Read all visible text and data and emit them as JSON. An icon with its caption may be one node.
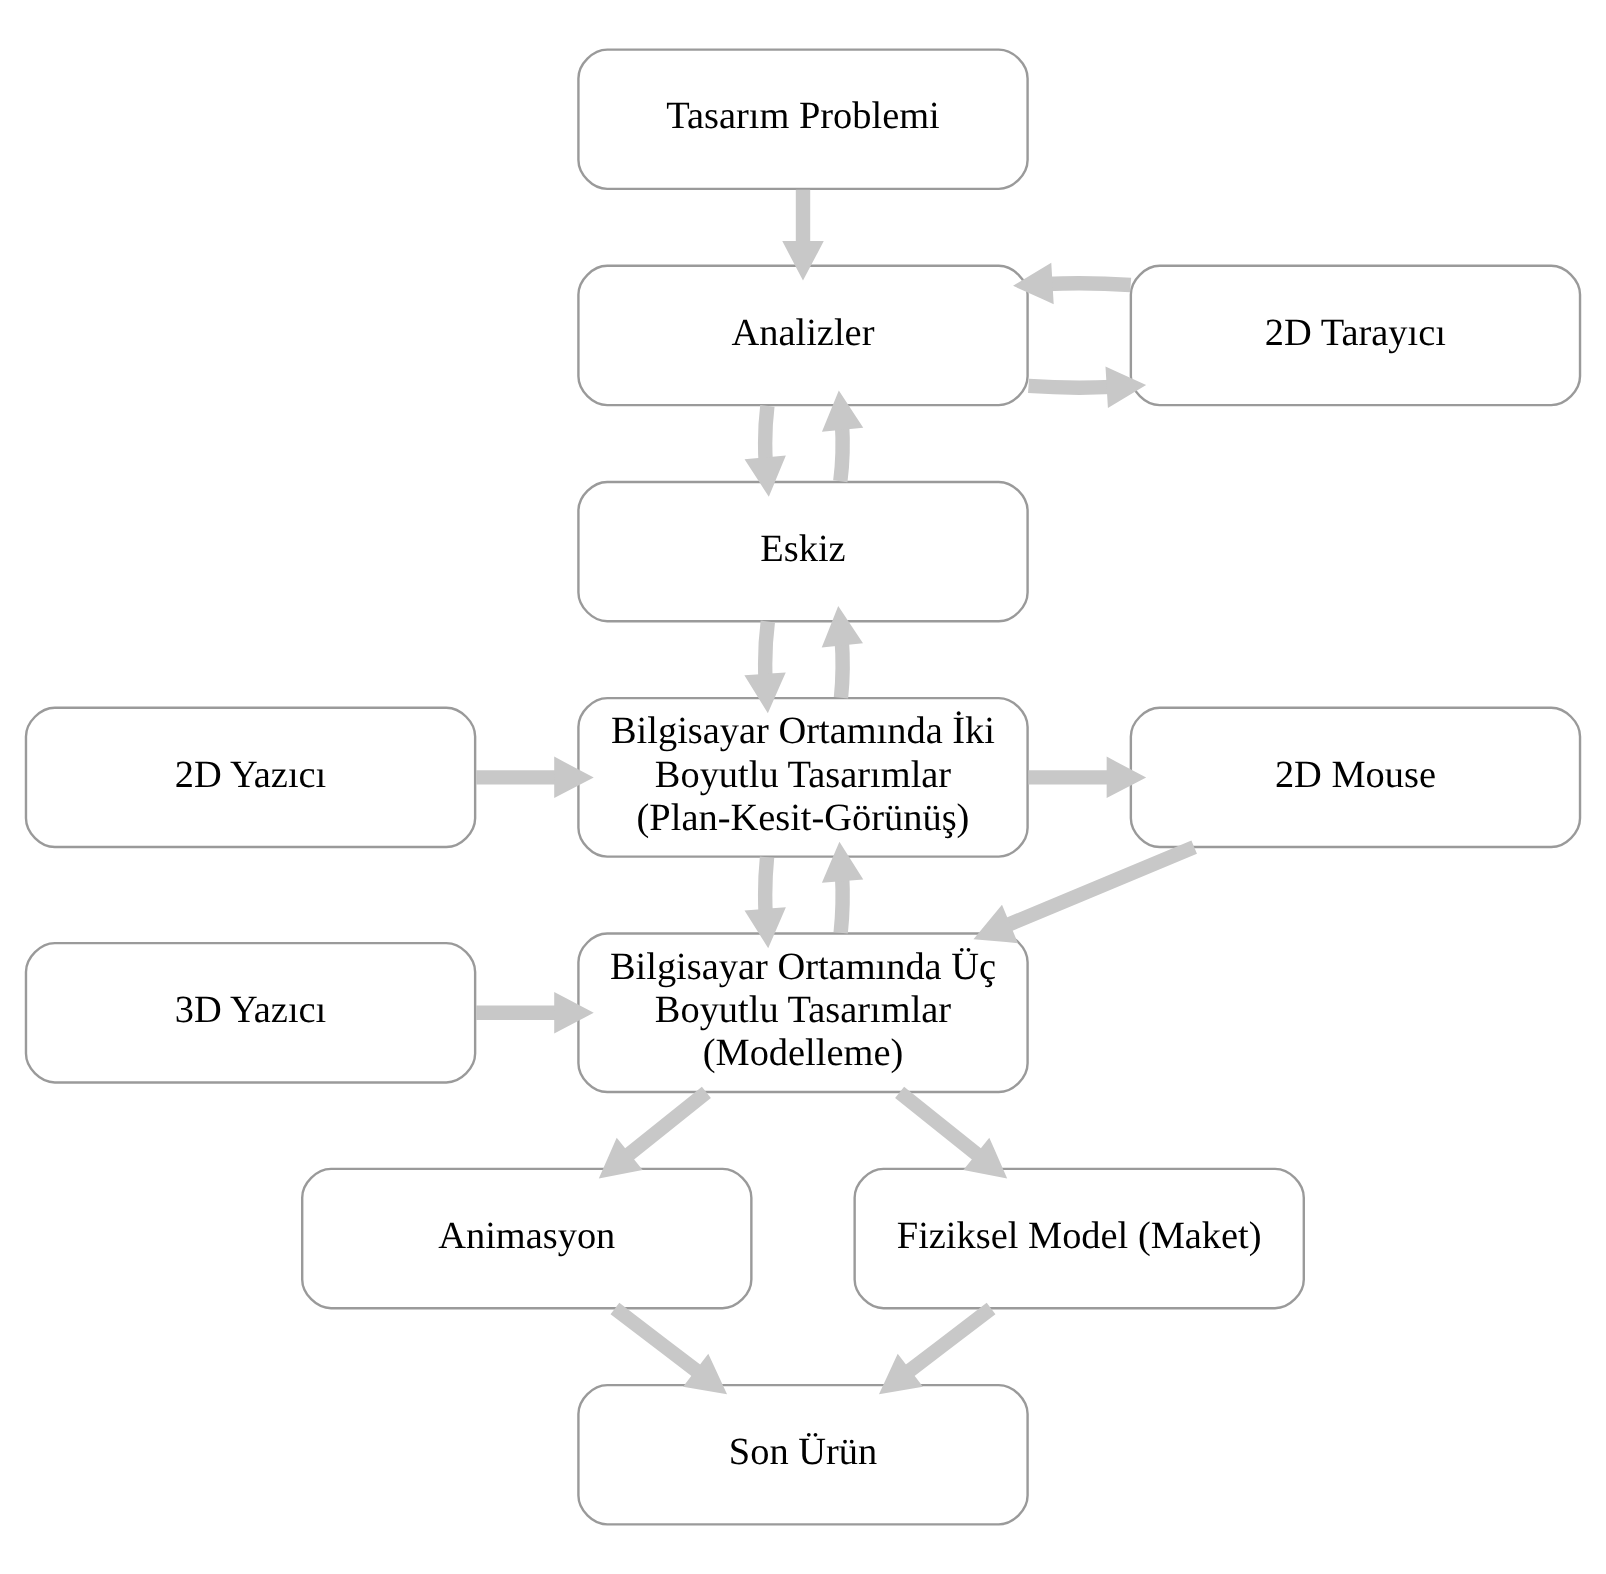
{
  "diagram": {
    "nodes": [
      {
        "text": [
          "Tasarım Problemi"
        ]
      },
      {
        "text": [
          "2D Tarayıcı"
        ]
      },
      {
        "text": [
          "Analizler"
        ]
      },
      {
        "text": [
          "Eskiz"
        ]
      },
      {
        "text": [
          "2D Mouse"
        ]
      },
      {
        "text": [
          "Bilgisayar Ortamında İki Boyutlu Tasarımlar (Plan-Kesit-Görünüş)"
        ]
      },
      {
        "text": [
          "2D Yazıcı"
        ]
      },
      {
        "text": [
          "Bilgisayar Ortamında Üç Boyutlu Tasarımlar (Modelleme)"
        ]
      },
      {
        "text": [
          "3D Yazıcı"
        ]
      },
      {
        "text": [
          "Animasyon"
        ]
      },
      {
        "text": [
          "Fiziksel Model (Maket)"
        ]
      },
      {
        "text": [
          "Son Ürün"
        ]
      }
    ],
    "edges": [
      {
        "from": 0,
        "to": 2,
        "arrow": "to"
      },
      {
        "from": 2,
        "to": 1,
        "arrow": "to"
      },
      {
        "from": 1,
        "to": 2,
        "arrow": "to"
      },
      {
        "from": 2,
        "to": 3,
        "arrow": "to"
      },
      {
        "from": 3,
        "to": 2,
        "arrow": "to"
      },
      {
        "from": 3,
        "to": 5,
        "arrow": "to"
      },
      {
        "from": 5,
        "to": 3,
        "arrow": "to"
      },
      {
        "from": 5,
        "to": 4,
        "arrow": "to"
      },
      {
        "from": 6,
        "to": 5,
        "arrow": "to"
      },
      {
        "from": 4,
        "to": 7,
        "arrow": "to"
      },
      {
        "from": 5,
        "to": 7,
        "arrow": "to"
      },
      {
        "from": 7,
        "to": 5,
        "arrow": "to"
      },
      {
        "from": 8,
        "to": 7,
        "arrow": "to"
      },
      {
        "from": 7,
        "to": 9,
        "arrow": "to"
      },
      {
        "from": 7,
        "to": 10,
        "arrow": "to"
      },
      {
        "from": 9,
        "to": 11,
        "arrow": "to"
      },
      {
        "from": 10,
        "to": 11,
        "arrow": "to"
      }
    ]
  }
}
